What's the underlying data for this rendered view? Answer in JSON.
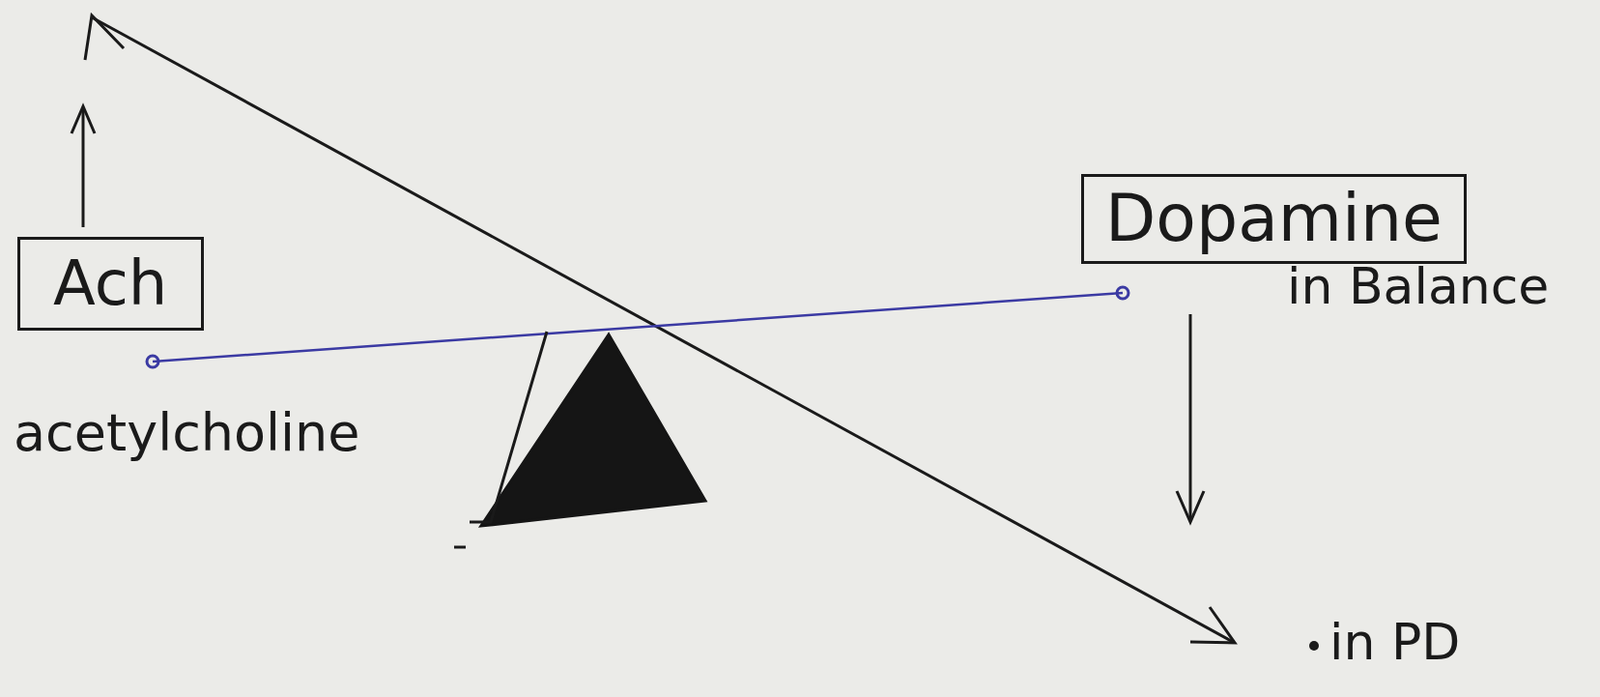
{
  "diagram": {
    "nodes": [
      {
        "text": [
          "Ach"
        ]
      },
      {
        "text": [
          "Dopamine"
        ]
      }
    ],
    "labels": [
      "acetylcholine",
      "in Balance",
      "in PD"
    ]
  }
}
